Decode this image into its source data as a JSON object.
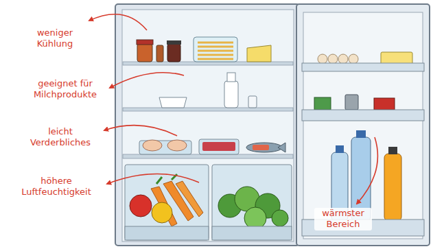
{
  "diagram": {
    "labels": [
      "weniger Kühlung",
      "geeignet für Milchprodukte",
      "leicht Verderbliches",
      "höhere Luftfeuchtigkeit",
      "wärmster Bereich"
    ]
  }
}
